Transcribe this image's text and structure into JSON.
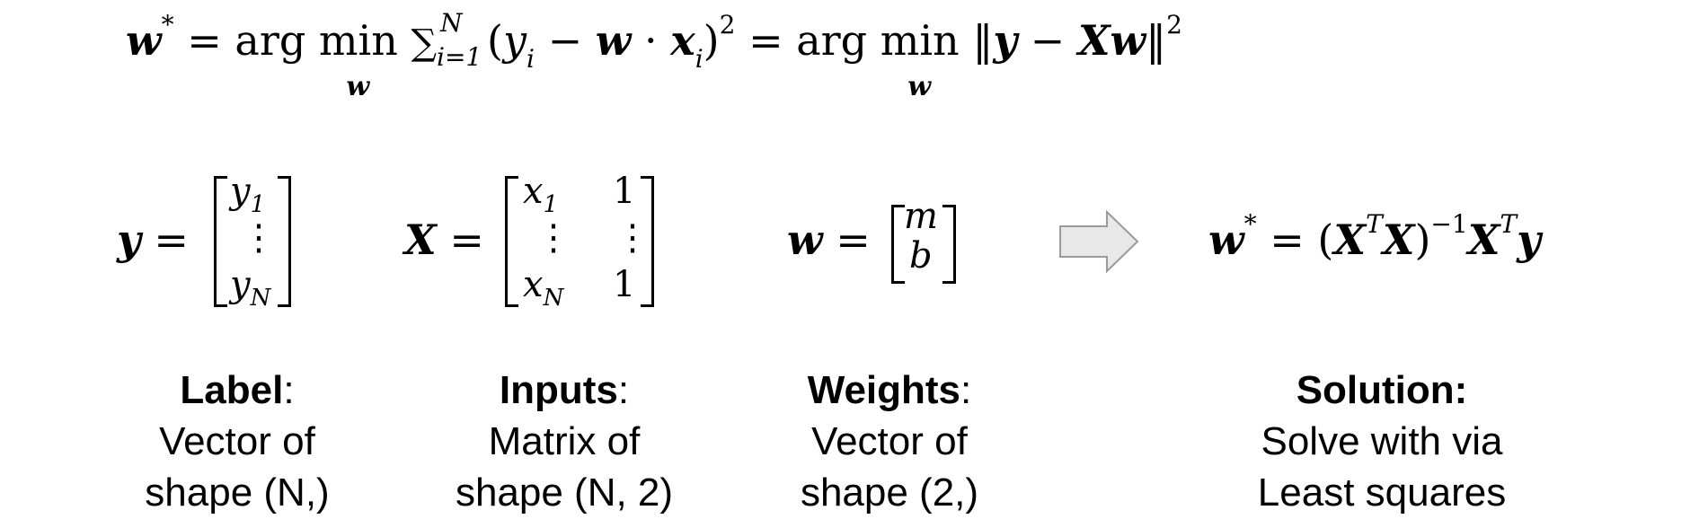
{
  "equation": {
    "w": "w",
    "star": "*",
    "eq": "=",
    "argmin": "arg min",
    "min_sub": "w",
    "sum": "∑",
    "sum_sup": "N",
    "sum_sub": "i=1",
    "open": "(",
    "y": "y",
    "i_sub": "i",
    "minus": "−",
    "dot": "·",
    "x": "x",
    "close": ")",
    "sq": "2",
    "norm_open": "‖",
    "X": "X",
    "norm_close": "‖"
  },
  "definitions": {
    "y_label": "y",
    "y_entries": [
      "y",
      "⋮",
      "y"
    ],
    "y_subs": [
      "1",
      "",
      "N"
    ],
    "X_label": "X",
    "X_col1": [
      "x",
      "⋮",
      "x"
    ],
    "X_col1_subs": [
      "1",
      "",
      "N"
    ],
    "X_col2": [
      "1",
      "⋮",
      "1"
    ],
    "w_label": "w",
    "w_entries": [
      "m",
      "b"
    ],
    "solution": {
      "w": "w",
      "star": "*",
      "eq": "=",
      "open": "(",
      "XT": "X",
      "T": "T",
      "X2": "X",
      "close": ")",
      "inv": "−1",
      "XT2": "X",
      "T2": "T",
      "y": "y"
    }
  },
  "captions": [
    {
      "heading": "Label",
      "suffix": ":",
      "lines": [
        "Vector of",
        "shape (N,)"
      ]
    },
    {
      "heading": "Inputs",
      "suffix": ":",
      "lines": [
        "Matrix of",
        "shape (N, 2)"
      ]
    },
    {
      "heading": "Weights",
      "suffix": ":",
      "lines": [
        "Vector of",
        "shape (2,)"
      ]
    },
    {
      "heading": "Solution:",
      "suffix": "",
      "lines": [
        "Solve with via",
        "Least squares"
      ]
    }
  ],
  "colors": {
    "arrow_fill": "#e8e8e8",
    "arrow_stroke": "#9a9a9a"
  }
}
